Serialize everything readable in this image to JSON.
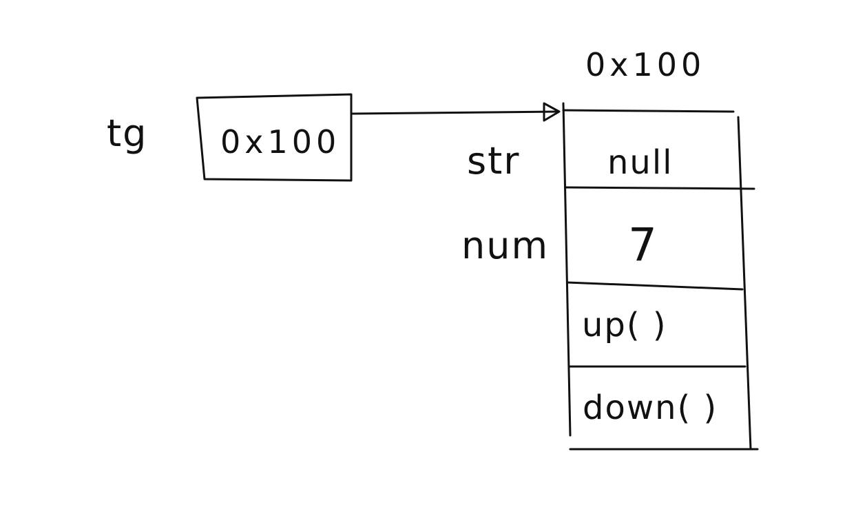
{
  "variable": {
    "name": "tg",
    "value": "0x100"
  },
  "object": {
    "address": "0x100",
    "fields": [
      {
        "name": "str",
        "value": "null"
      },
      {
        "name": "num",
        "value": "7",
        "color": "#e8102a"
      }
    ],
    "methods": [
      {
        "label": "up( )"
      },
      {
        "label": "down( )"
      }
    ]
  },
  "colors": {
    "ink": "#111111",
    "highlight": "#e8102a"
  }
}
